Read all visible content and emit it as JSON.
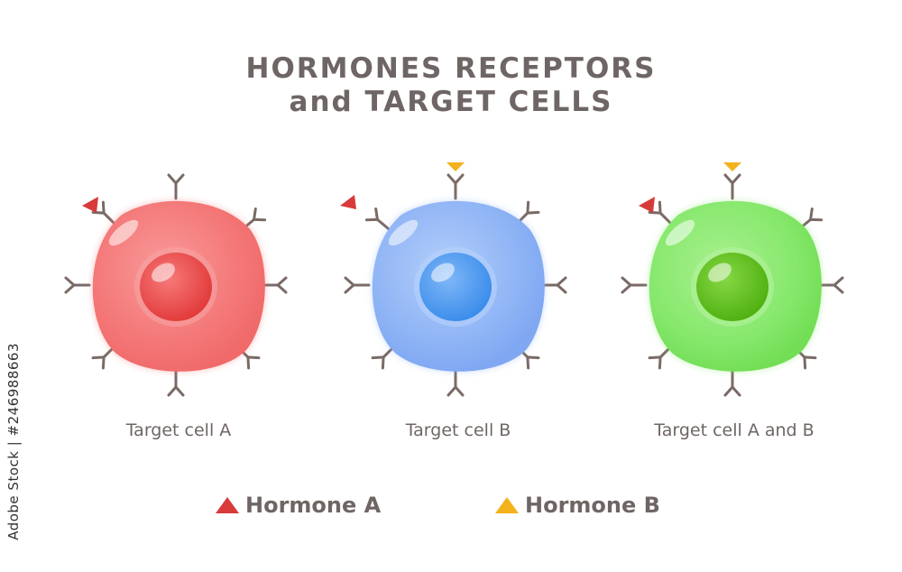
{
  "title": {
    "line1": "HORMONES RECEPTORS",
    "line2": "and TARGET CELLS"
  },
  "cells": [
    {
      "label": "Target cell A",
      "color": "#f47777",
      "nucleus": "#ef4b4b",
      "receptor_type": "A"
    },
    {
      "label": "Target cell B",
      "color": "#8fb4f5",
      "nucleus": "#4f9bf1",
      "receptor_type": "B"
    },
    {
      "label": "Target cell A and B",
      "color": "#86e86c",
      "nucleus": "#5cc41a",
      "receptor_type": "AB"
    }
  ],
  "legend": [
    {
      "label": "Hormone A",
      "color": "#d83a3a",
      "icon": "red-triangle-icon"
    },
    {
      "label": "Hormone B",
      "color": "#f3b21c",
      "icon": "yellow-triangle-icon"
    }
  ],
  "watermark": "Adobe Stock | #246988663",
  "colors": {
    "text": "#6e6664",
    "receptor": "#7a6a66"
  }
}
